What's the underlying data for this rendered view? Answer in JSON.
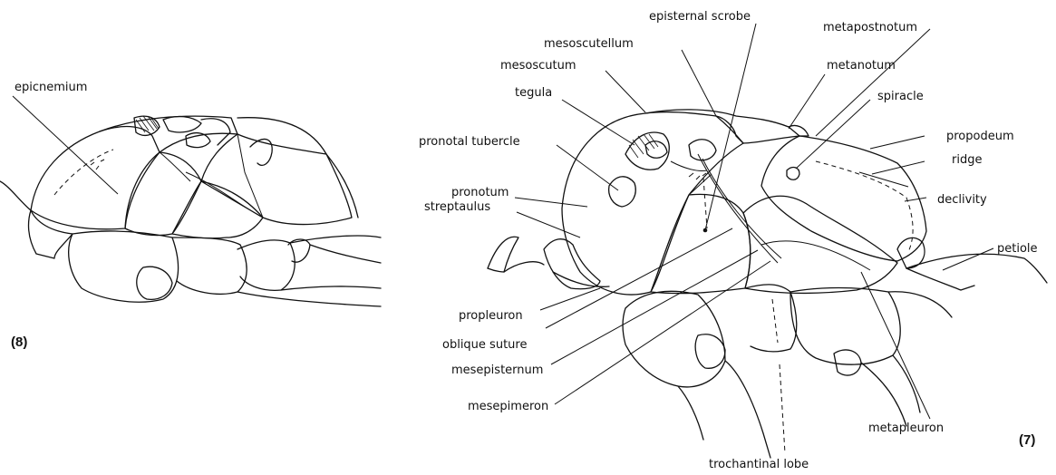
{
  "figure8": {
    "number": "(8)",
    "labels": {
      "epicnemium": "epicnemium"
    }
  },
  "figure7": {
    "number": "(7)",
    "labels": {
      "episternal_scrobe": "episternal  scrobe",
      "mesoscutellum": "mesoscutellum",
      "mesoscutum": "mesoscutum",
      "tegula": "tegula",
      "pronotal_tubercle": "pronotal tubercle",
      "pronotum": "pronotum",
      "streptaulus": "streptaulus",
      "propleuron": "propleuron",
      "oblique_suture": "oblique suture",
      "mesepisternum": "mesepisternum",
      "mesepimeron": "mesepimeron",
      "metapostnotum": "metapostnotum",
      "metanotum": "metanotum",
      "spiracle": "spiracle",
      "propodeum": "propodeum",
      "ridge": "ridge",
      "declivity": "declivity",
      "petiole": "petiole",
      "metapleuron": "metapleuron",
      "trochantinal_lobe": "trochantinal lobe"
    }
  }
}
